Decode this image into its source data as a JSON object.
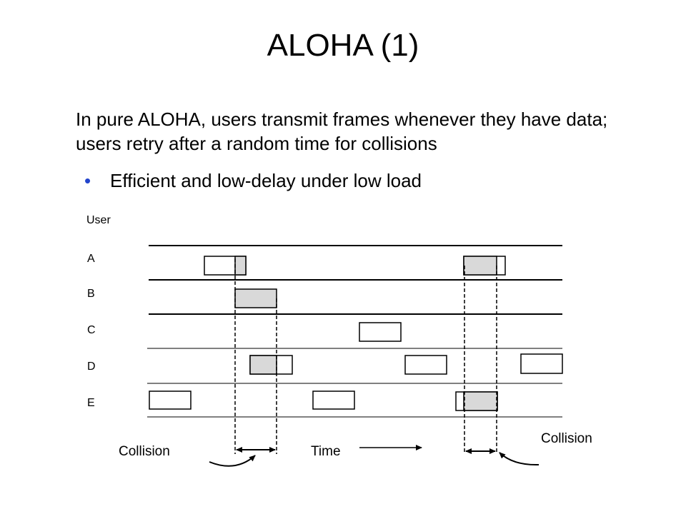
{
  "slide": {
    "title": "ALOHA (1)",
    "body": "In pure ALOHA, users transmit frames whenever they have data; users retry after a random time for collisions",
    "bullet": "Efficient and low-delay under low load"
  },
  "diagram": {
    "user_header": "User",
    "users": [
      "A",
      "B",
      "C",
      "D",
      "E"
    ],
    "collision_left": "Collision",
    "collision_right": "Collision",
    "time_label": "Time",
    "colors": {
      "line": "#000000",
      "frame_fill": "#ffffff",
      "collision_fill": "#d9d9d9"
    }
  }
}
